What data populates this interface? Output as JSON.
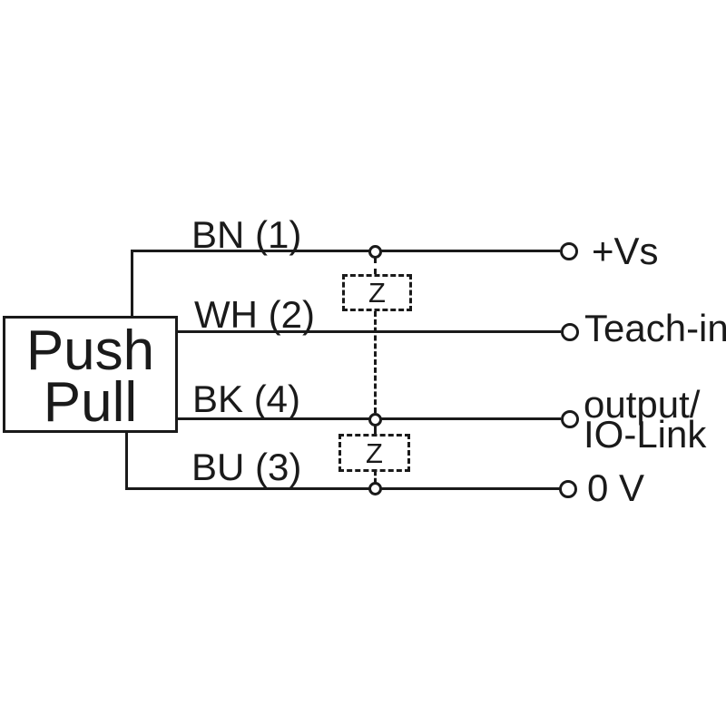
{
  "colors": {
    "ink": "#1a1a1a",
    "background": "#ffffff"
  },
  "device": {
    "line1": "Push",
    "line2": "Pull"
  },
  "wires": [
    {
      "label": "BN (1)",
      "terminal": "+Vs"
    },
    {
      "label": "WH (2)",
      "terminal": "Teach-in"
    },
    {
      "label": "BK (4)",
      "terminal_lines": [
        "output/",
        "IO-Link"
      ]
    },
    {
      "label": "BU (3)",
      "terminal": "0 V"
    }
  ],
  "suppressors": [
    {
      "symbol": "Z"
    },
    {
      "symbol": "Z"
    }
  ]
}
